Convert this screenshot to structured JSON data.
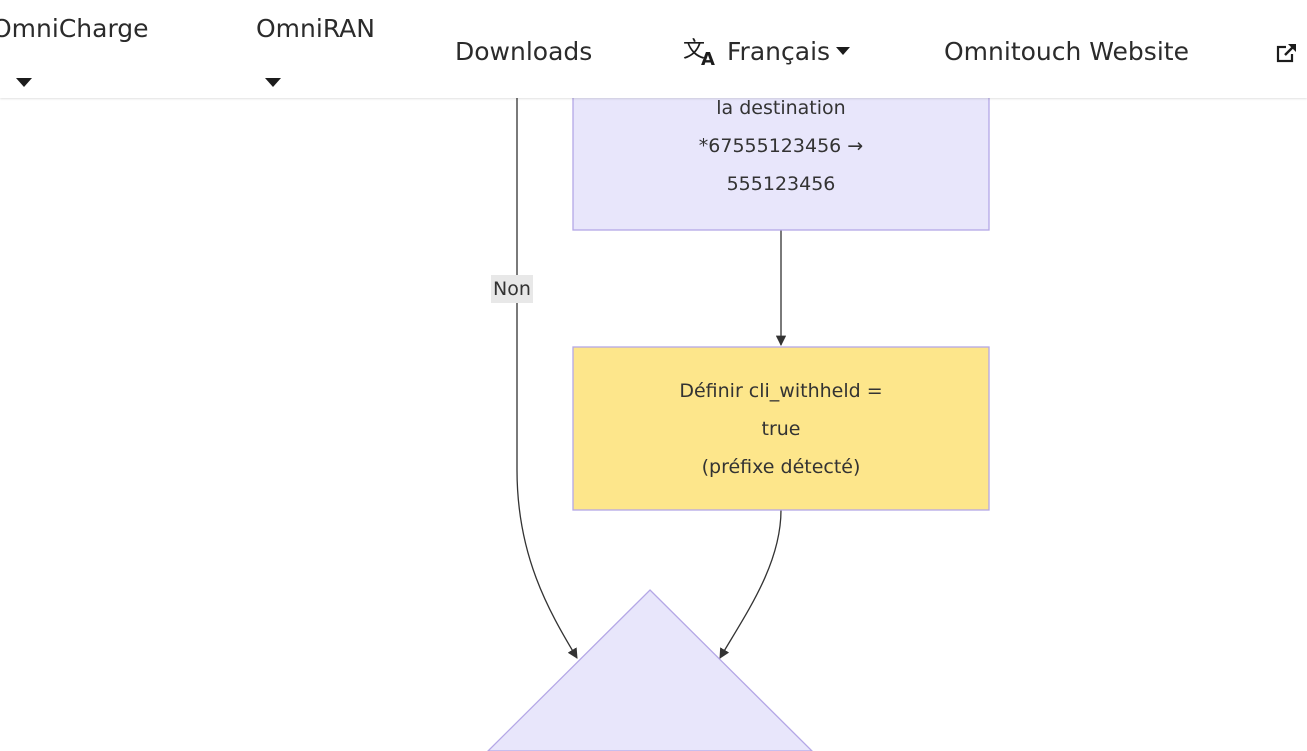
{
  "navbar": {
    "items": [
      {
        "label": "OmniCharge",
        "has_dropdown": true
      },
      {
        "label": "OmniRAN",
        "has_dropdown": true
      },
      {
        "label": "Downloads",
        "has_dropdown": false
      },
      {
        "label": "Français",
        "has_dropdown": true,
        "icon": "translate-icon"
      },
      {
        "label": "Omnitouch Website",
        "has_dropdown": false,
        "icon": "external-link-icon"
      }
    ]
  },
  "diagram": {
    "nodes": {
      "strip_node": {
        "text": "la destination\n*67555123456 →\n555123456",
        "fill": "#e8e6fb",
        "stroke": "#b4a7e6"
      },
      "set_node": {
        "text": "Définir cli_withheld =\ntrue\n(préfixe détecté)",
        "fill": "#fde68b",
        "stroke": "#b4a7e6"
      },
      "decision_node": {
        "text": "",
        "fill": "#e8e6fb",
        "stroke": "#b4a7e6"
      }
    },
    "edges": {
      "no_label": "Non"
    }
  }
}
